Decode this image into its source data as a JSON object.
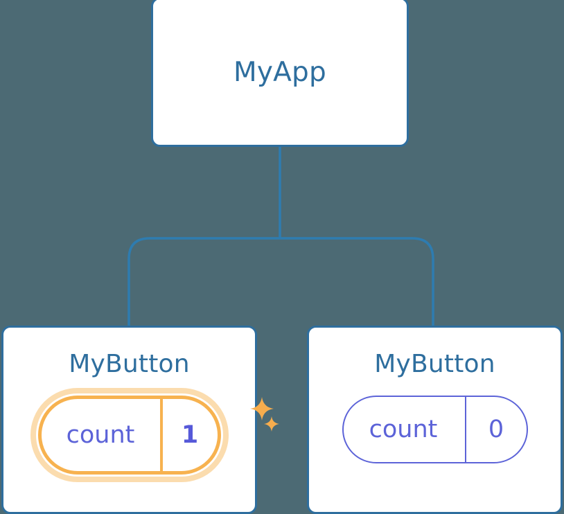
{
  "diagram": {
    "title": "React component tree with prop update highlight",
    "background_color": "#4c6a74",
    "node_border_color": "#2e6e9e",
    "node_title_color": "#2e6e9e",
    "prop_color": "#5c63d8",
    "highlight_color": "#f7b24f",
    "highlight_glow_color": "#fbdcae",
    "connector_color": "#2e7cb0"
  },
  "root": {
    "label": "MyApp"
  },
  "children": [
    {
      "label": "MyButton",
      "prop": {
        "key": "count",
        "value": "1"
      },
      "highlighted": true,
      "sparkles": [
        "sparkle-large",
        "sparkle-small"
      ]
    },
    {
      "label": "MyButton",
      "prop": {
        "key": "count",
        "value": "0"
      },
      "highlighted": false,
      "sparkles": []
    }
  ]
}
